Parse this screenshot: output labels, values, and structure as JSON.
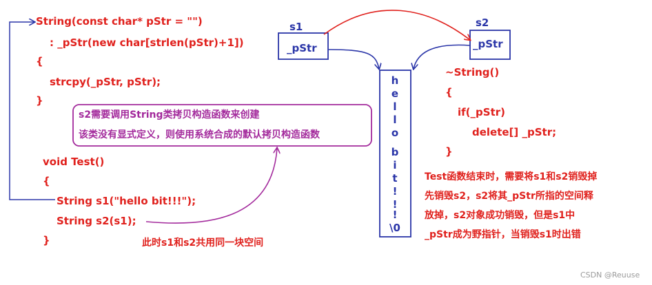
{
  "code_left": {
    "lines": [
      "String(const char* pStr = \"\")",
      ": _pStr(new char[strlen(pStr)+1])",
      "{",
      "strcpy(_pStr, pStr);",
      "}"
    ],
    "test_lines": [
      "void Test()",
      "{",
      "String s1(\"hello bit!!!\");",
      "String s2(s1);",
      "}"
    ]
  },
  "note_box": {
    "line1": "s2需要调用String类拷贝构造函数来创建",
    "line2": "该类没有显式定义，则使用系统合成的默认拷贝构造函数"
  },
  "s1_label": "s1",
  "s1_member": "_pStr",
  "s2_label": "s2",
  "s2_member": "_pStr",
  "heap_chars": [
    "h",
    "e",
    "l",
    "l",
    "o",
    "b",
    "i",
    "t",
    "!",
    "!",
    "!",
    "\\0"
  ],
  "destructor_lines": [
    "~String()",
    "{",
    "if(_pStr)",
    "delete[] _pStr;",
    "}"
  ],
  "shared_note": "此时s1和s2共用同一块空间",
  "test_end_note": [
    "Test函数结束时，需要将s1和s2销毁掉",
    "先销毁s2，s2将其_pStr所指的空间释",
    "放掉，s2对象成功销毁，但是s1中",
    "_pStr成为野指针，当销毁s1时出错"
  ],
  "watermark": "CSDN @Reuuse",
  "colors": {
    "red": "#e0211d",
    "blue": "#2a35a8",
    "purple": "#a32a9c"
  }
}
